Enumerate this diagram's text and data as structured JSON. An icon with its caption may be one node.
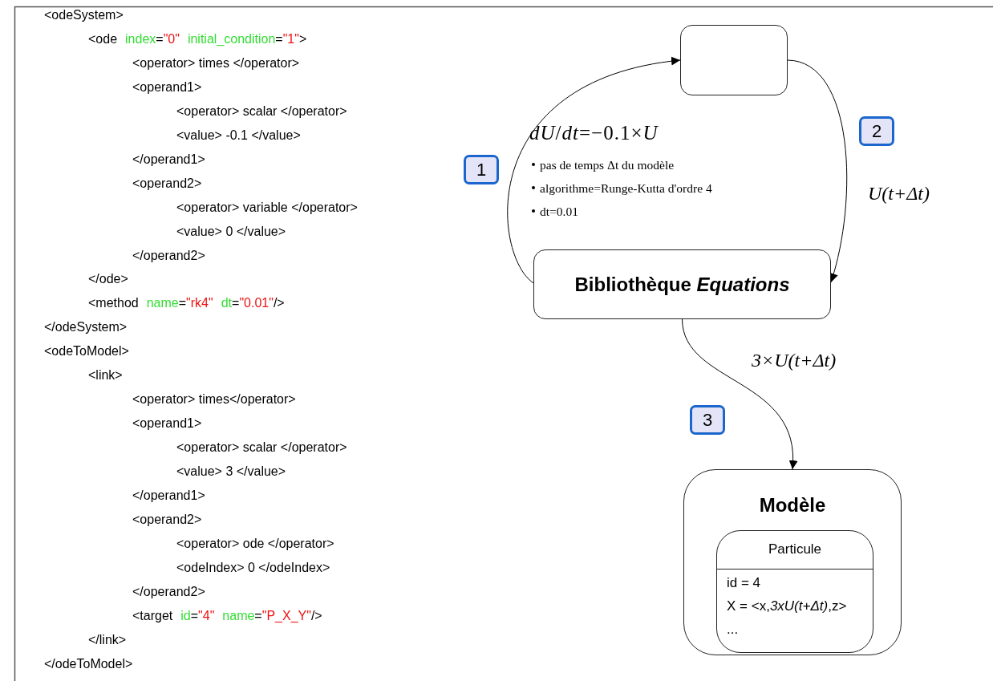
{
  "diagram": {
    "nodes": [
      {
        "text": [],
        "shape": "box"
      },
      {
        "text": [
          "Bibliothèque *Equations*"
        ]
      },
      {
        "text": [
          "Modèle"
        ]
      },
      {
        "text": [
          "Particule",
          "id = 4",
          "X = <x,*3xU(t+Δt)*,z>",
          "..."
        ],
        "in": 2
      }
    ],
    "edges": [
      {
        "from": 1,
        "to": 0,
        "arrow": "to"
      },
      {
        "from": 0,
        "to": 1,
        "arrow": "to",
        "label": "U(t+Δt)"
      },
      {
        "from": 1,
        "to": 2,
        "arrow": "to",
        "label": "3×U(t+Δt)"
      }
    ],
    "labels": [
      "<odeSystem>",
      "<ode index=\"0\" initial_condition=\"1\">",
      "<operator> times </operator>",
      "<operand1>",
      "<operator> scalar </operator>",
      "<value> -0.1 </value>",
      "</operand1>",
      "<operand2>",
      "<operator> variable </operator>",
      "<value> 0 </value>",
      "</operand2>",
      "</ode>",
      "<method name=\"rk4\" dt=\"0.01\"/>",
      "</odeSystem>",
      "<odeToModel>",
      "<link>",
      "<operator> times</operator>",
      "<operand1>",
      "<operator> scalar </operator>",
      "<value> 3 </value>",
      "</operand1>",
      "<operand2>",
      "<operator> ode </operator>",
      "<odeIndex> 0 </odeIndex>",
      "</operand2>",
      "<target id=\"4\" name=\"P_X_Y\"/>",
      "</link>",
      "</odeToModel>",
      "*dU*/*dt*=−0.1×*U*",
      "1",
      "pas de temps Δt du modèle",
      "algorithme=Runge-Kutta d'ordre 4",
      "dt=0.01",
      "2",
      "3"
    ]
  }
}
